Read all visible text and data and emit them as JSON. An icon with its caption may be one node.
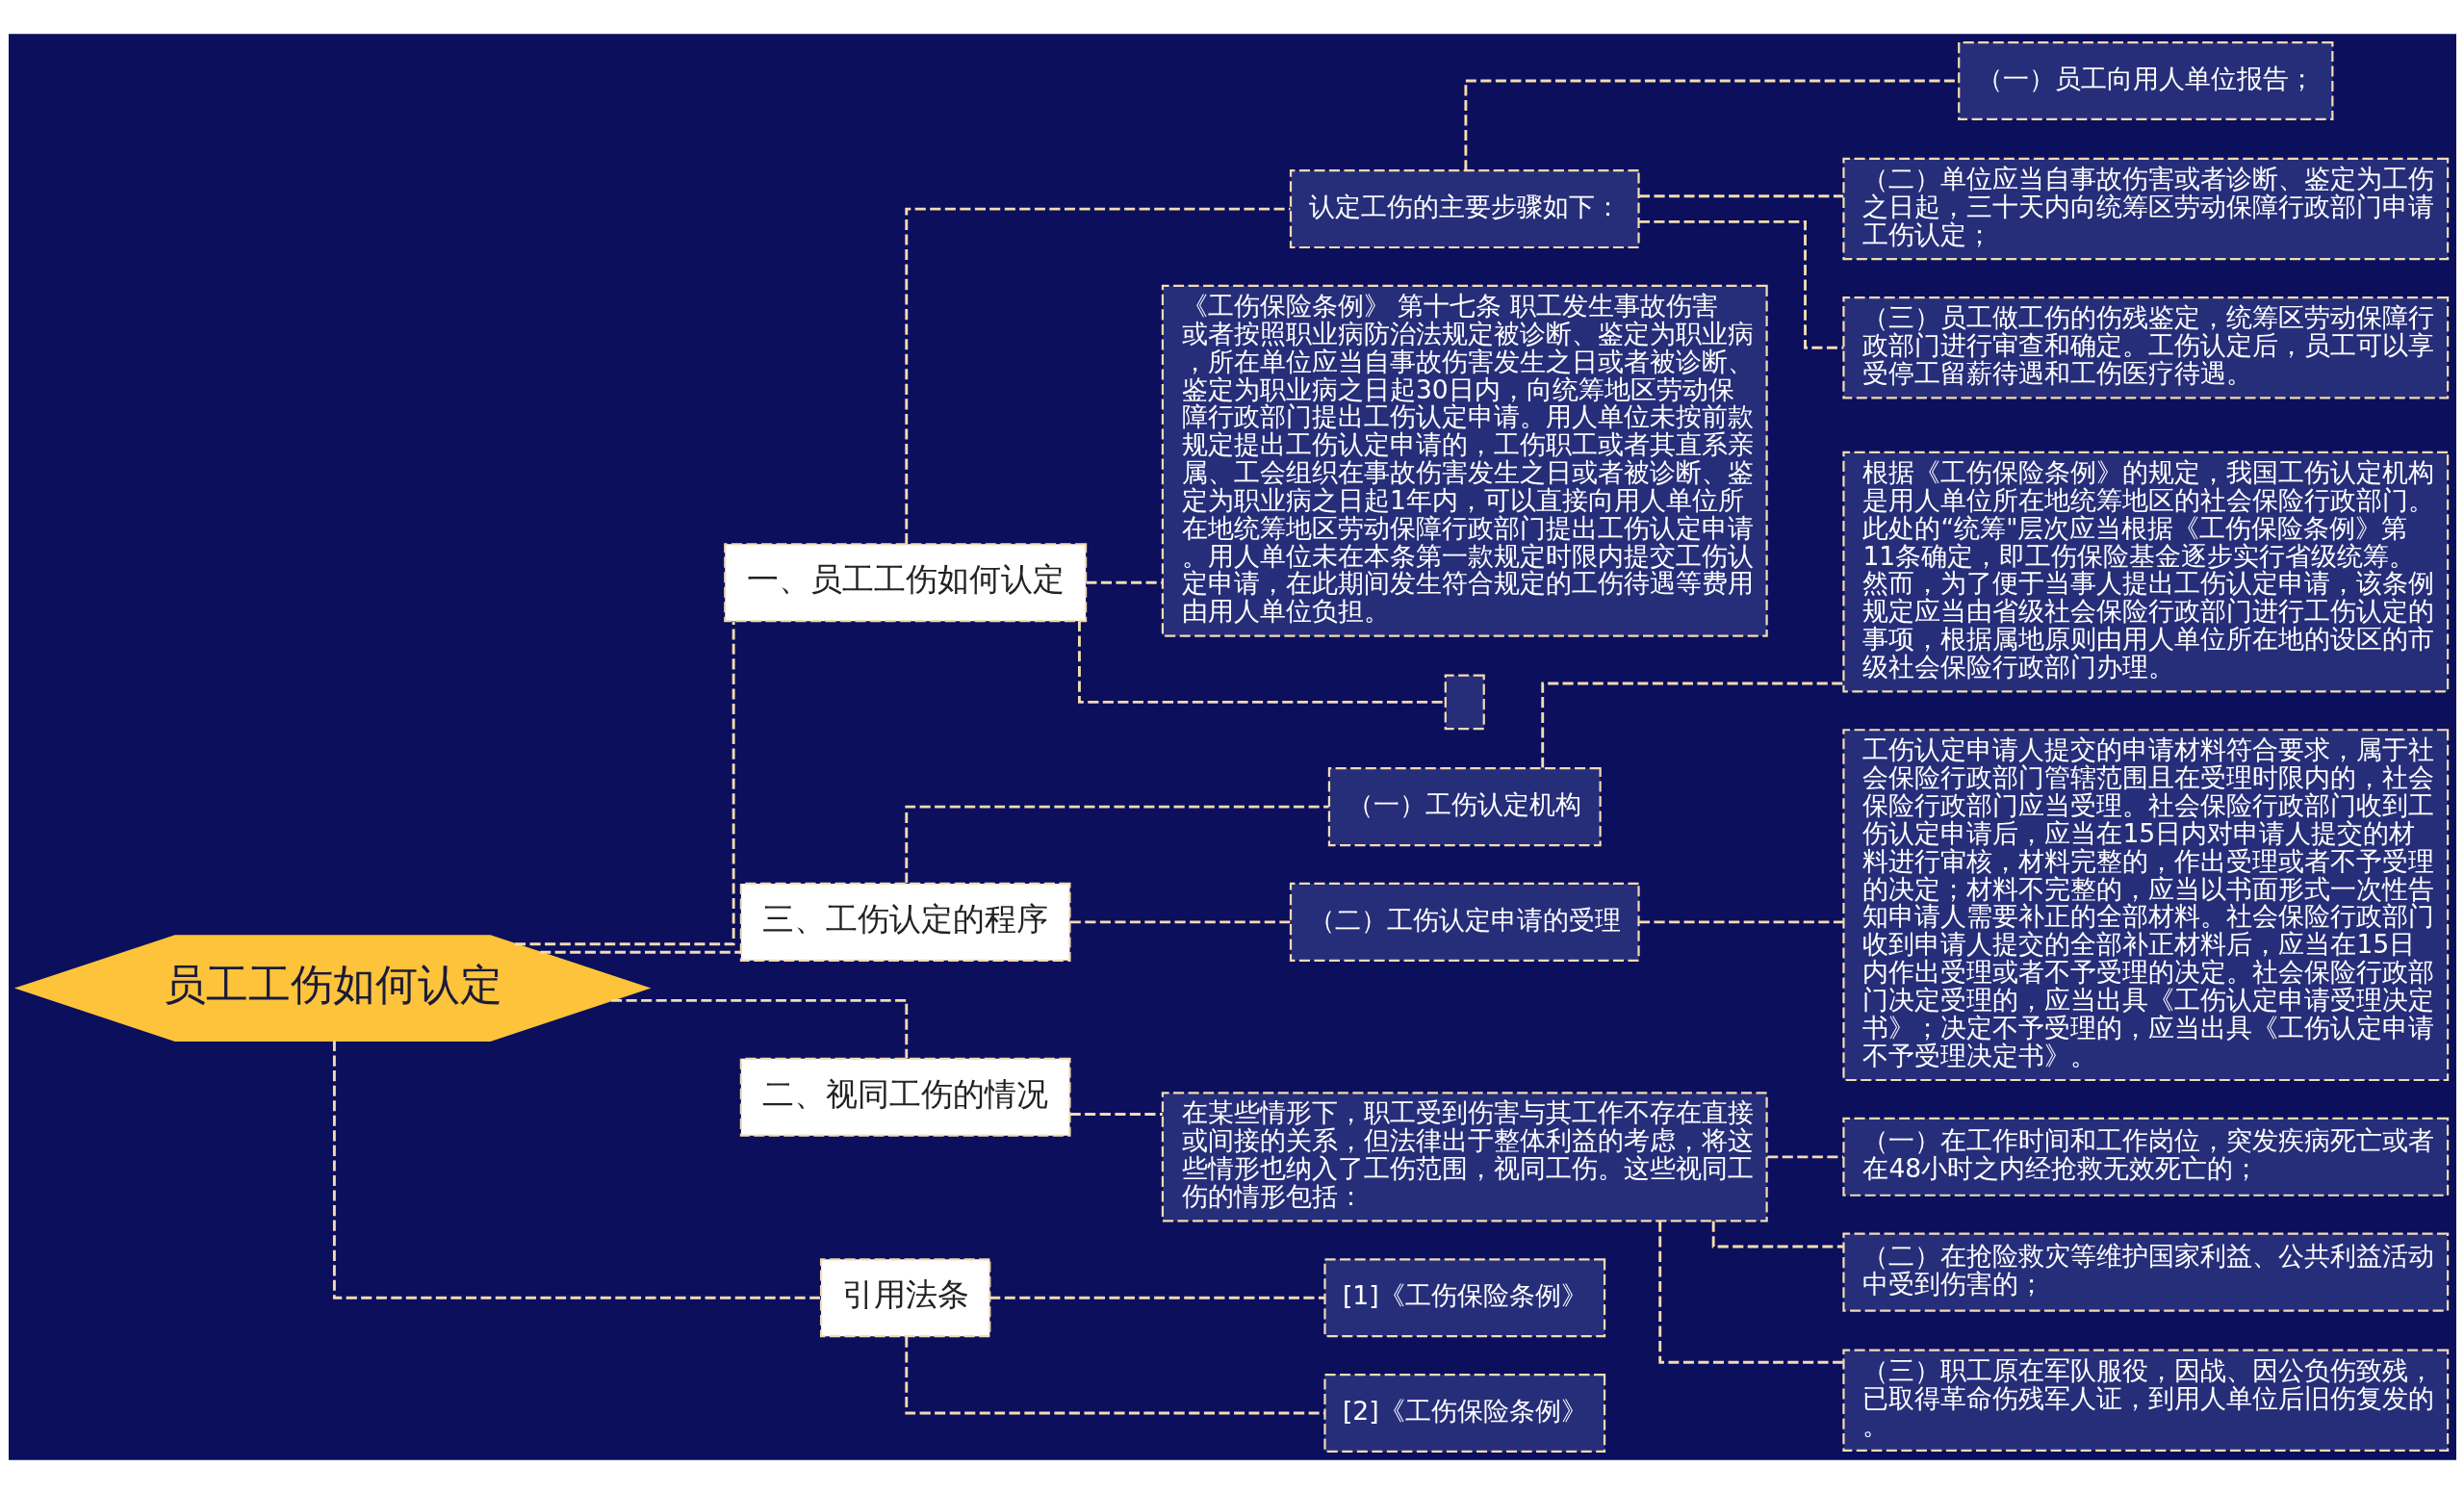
{
  "diagram": {
    "nodes": [
      {
        "text": [
          "员工工伤如何认定"
        ]
      },
      {
        "text": [
          "一、员工工伤如何认定"
        ]
      },
      {
        "text": [
          "认定工伤的主要步骤如下："
        ]
      },
      {
        "text": [
          "（一）员工向用人单位报告；"
        ]
      },
      {
        "text": [
          "（二）单位应当自事故伤害或者诊断、鉴定为工伤之日起，三十天内向统筹区劳动保障行政部门申请工伤认定；"
        ]
      },
      {
        "text": [
          "（三）员工做工伤的伤残鉴定，统筹区劳动保障行政部门进行审查和确定。工伤认定后，员工可以享受停工留薪待遇和工伤医疗待遇。"
        ]
      },
      {
        "text": [
          "《工伤保险条例》 第十七条 职工发生事故伤害或者按照职业病防治法规定被诊断、鉴定为职业病，所在单位应当自事故伤害发生之日或者被诊断、鉴定为职业病之日起30日内，向统筹地区劳动保障行政部门提出工伤认定申请。用人单位未按前款规定提出工伤认定申请的，工伤职工或者其直系亲属、工会组织在事故伤害发生之日或者被诊断、鉴定为职业病之日起1年内，可以直接向用人单位所在地统筹地区劳动保障行政部门提出工伤认定申请。用人单位未在本条第一款规定时限内提交工伤认定申请，在此期间发生符合规定的工伤待遇等费用由用人单位负担。"
        ]
      },
      {
        "text": [],
        "shape": "box"
      },
      {
        "text": [
          "三、工伤认定的程序"
        ]
      },
      {
        "text": [
          "（一）工伤认定机构"
        ]
      },
      {
        "text": [
          "根据《工伤保险条例》的规定，我国工伤认定机构是用人单位所在地统筹地区的社会保险行政部门。此处的“统筹\"层次应当根据《工伤保险条例》第11条确定，即工伤保险基金逐步实行省级统筹。然而，为了便于当事人提出工伤认定申请，该条例规定应当由省级社会保险行政部门进行工伤认定的事项，根据属地原则由用人单位所在地的设区的市级社会保险行政部门办理。"
        ]
      },
      {
        "text": [
          "（二）工伤认定申请的受理"
        ]
      },
      {
        "text": [
          "工伤认定申请人提交的申请材料符合要求，属于社会保险行政部门管辖范围且在受理时限内的，社会保险行政部门应当受理。社会保险行政部门收到工伤认定申请后，应当在15日内对申请人提交的材料进行审核，材料完整的，作出受理或者不予受理的决定；材料不完整的，应当以书面形式一次性告知申请人需要补正的全部材料。社会保险行政部门收到申请人提交的全部补正材料后，应当在15日内作出受理或者不予受理的决定。社会保险行政部门决定受理的，应当出具《工伤认定申请受理决定书》；决定不予受理的，应当出具《工伤认定申请不予受理决定书》。"
        ]
      },
      {
        "text": [
          "二、视同工伤的情况"
        ]
      },
      {
        "text": [
          "在某些情形下，职工受到伤害与其工作不存在直接或间接的关系，但法律出于整体利益的考虑，将这些情形也纳入了工伤范围，视同工伤。这些视同工伤的情形包括："
        ]
      },
      {
        "text": [
          "（一）在工作时间和工作岗位，突发疾病死亡或者在48小时之内经抢救无效死亡的；"
        ]
      },
      {
        "text": [
          "（二）在抢险救灾等维护国家利益、公共利益活动中受到伤害的；"
        ]
      },
      {
        "text": [
          "（三）职工原在军队服役，因战、因公负伤致残，已取得革命伤残军人证，到用人单位后旧伤复发的。"
        ]
      },
      {
        "text": [
          "引用法条"
        ]
      },
      {
        "text": [
          "[1]《工伤保险条例》"
        ]
      },
      {
        "text": [
          "[2]《工伤保险条例》"
        ]
      }
    ],
    "edges": [
      {
        "from": 0,
        "to": 1,
        "arrow": "none"
      },
      {
        "from": 1,
        "to": 2,
        "arrow": "none"
      },
      {
        "from": 2,
        "to": 3,
        "arrow": "none"
      },
      {
        "from": 2,
        "to": 4,
        "arrow": "none"
      },
      {
        "from": 2,
        "to": 5,
        "arrow": "none"
      },
      {
        "from": 1,
        "to": 6,
        "arrow": "none"
      },
      {
        "from": 1,
        "to": 7,
        "arrow": "none"
      },
      {
        "from": 0,
        "to": 8,
        "arrow": "none"
      },
      {
        "from": 8,
        "to": 9,
        "arrow": "none"
      },
      {
        "from": 9,
        "to": 10,
        "arrow": "none"
      },
      {
        "from": 8,
        "to": 11,
        "arrow": "none"
      },
      {
        "from": 11,
        "to": 12,
        "arrow": "none"
      },
      {
        "from": 0,
        "to": 13,
        "arrow": "none"
      },
      {
        "from": 13,
        "to": 14,
        "arrow": "none"
      },
      {
        "from": 14,
        "to": 15,
        "arrow": "none"
      },
      {
        "from": 14,
        "to": 16,
        "arrow": "none"
      },
      {
        "from": 14,
        "to": 17,
        "arrow": "none"
      },
      {
        "from": 0,
        "to": 18,
        "arrow": "none"
      },
      {
        "from": 18,
        "to": 19,
        "arrow": "none"
      },
      {
        "from": 18,
        "to": 20,
        "arrow": "none"
      }
    ]
  }
}
